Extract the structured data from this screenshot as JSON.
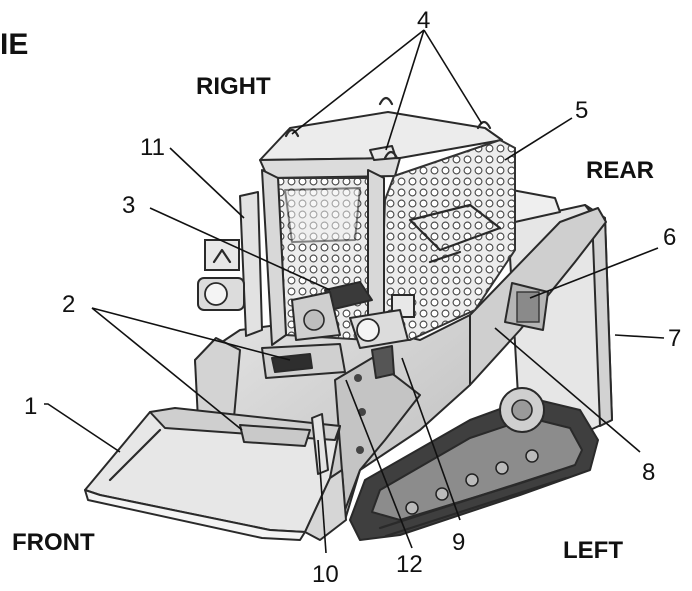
{
  "heading_fragment": "IE",
  "directions": {
    "right": "RIGHT",
    "rear": "REAR",
    "front": "FRONT",
    "left": "LEFT"
  },
  "callouts": [
    "1",
    "2",
    "3",
    "4",
    "5",
    "6",
    "7",
    "8",
    "9",
    "10",
    "11",
    "12"
  ],
  "colors": {
    "line": "#2a2a2a",
    "body": "#d9d9d9",
    "dark": "#5a5a5a",
    "background": "#ffffff"
  }
}
